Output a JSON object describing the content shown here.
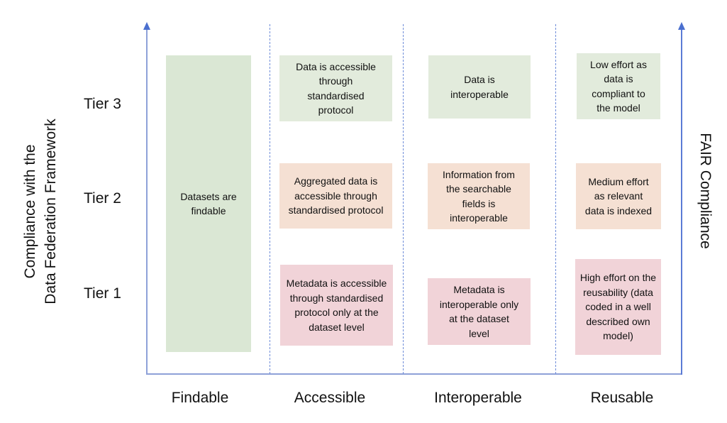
{
  "y_axis_title": [
    "Compliance with the",
    "Data Federation Framework"
  ],
  "right_axis_title": "FAIR Compliance",
  "tiers": [
    "Tier 3",
    "Tier 2",
    "Tier 1"
  ],
  "columns": [
    "Findable",
    "Accessible",
    "Interoperable",
    "Reusable"
  ],
  "cells": {
    "findable": "Datasets are findable",
    "accessible": {
      "tier3": "Data is accessible through standardised protocol",
      "tier2": "Aggregated data is accessible through standardised protocol",
      "tier1": "Metadata is accessible through standardised protocol only at the dataset level"
    },
    "interoperable": {
      "tier3": "Data is interoperable",
      "tier2": "Information from the searchable fields is interoperable",
      "tier1": "Metadata is interoperable only at the dataset level"
    },
    "reusable": {
      "tier3": "Low effort as data is compliant to the model",
      "tier2": "Medium effort as relevant data is indexed",
      "tier1": "High effort on the reusability (data coded in a well described own model)"
    }
  },
  "colors": {
    "tier3": "#dae7d4",
    "tier2": "#f5e0d3",
    "tier1": "#f1d3d8",
    "axis": "#8ea1d8"
  }
}
